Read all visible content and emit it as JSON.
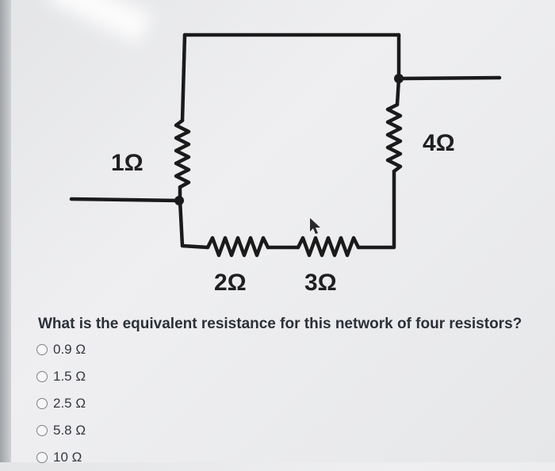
{
  "diagram": {
    "resistors": {
      "r1": "1Ω",
      "r2": "2Ω",
      "r3": "3Ω",
      "r4": "4Ω"
    }
  },
  "question": {
    "text": "What is the equivalent resistance for this network of four resistors?",
    "options": [
      "0.9 Ω",
      "1.5 Ω",
      "2.5 Ω",
      "5.8 Ω",
      "10 Ω"
    ],
    "selected": null
  }
}
